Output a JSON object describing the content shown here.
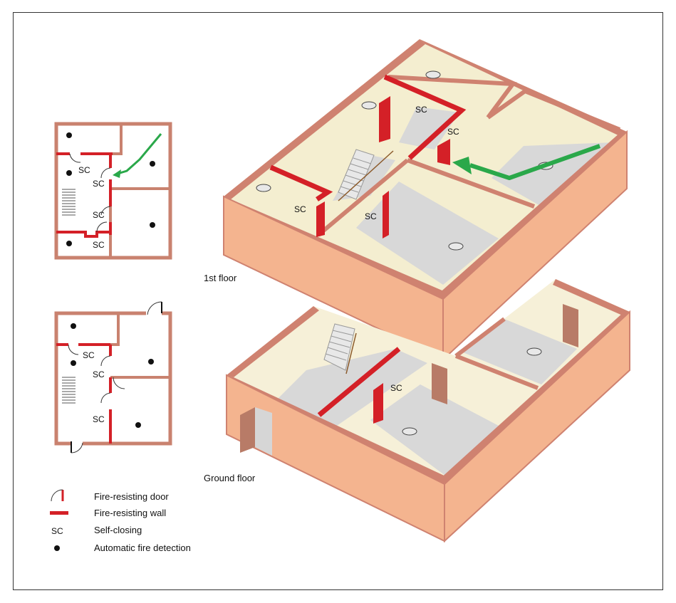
{
  "labels": {
    "first_floor": "1st floor",
    "ground_floor": "Ground floor",
    "sc": "SC"
  },
  "legend": {
    "door": "Fire-resisting door",
    "wall": "Fire-resisting wall",
    "sc_symbol": "SC",
    "sc": "Self-closing",
    "detection": "Automatic fire detection"
  },
  "colors": {
    "fire_wall": "#d42027",
    "exterior_wall": "#f4b48f",
    "wall_top": "#cf8270",
    "room_wall": "#f4eed0",
    "floor": "#d8d8d8",
    "escape_arrow": "#2aa84a",
    "door_brown": "#b87b67"
  }
}
